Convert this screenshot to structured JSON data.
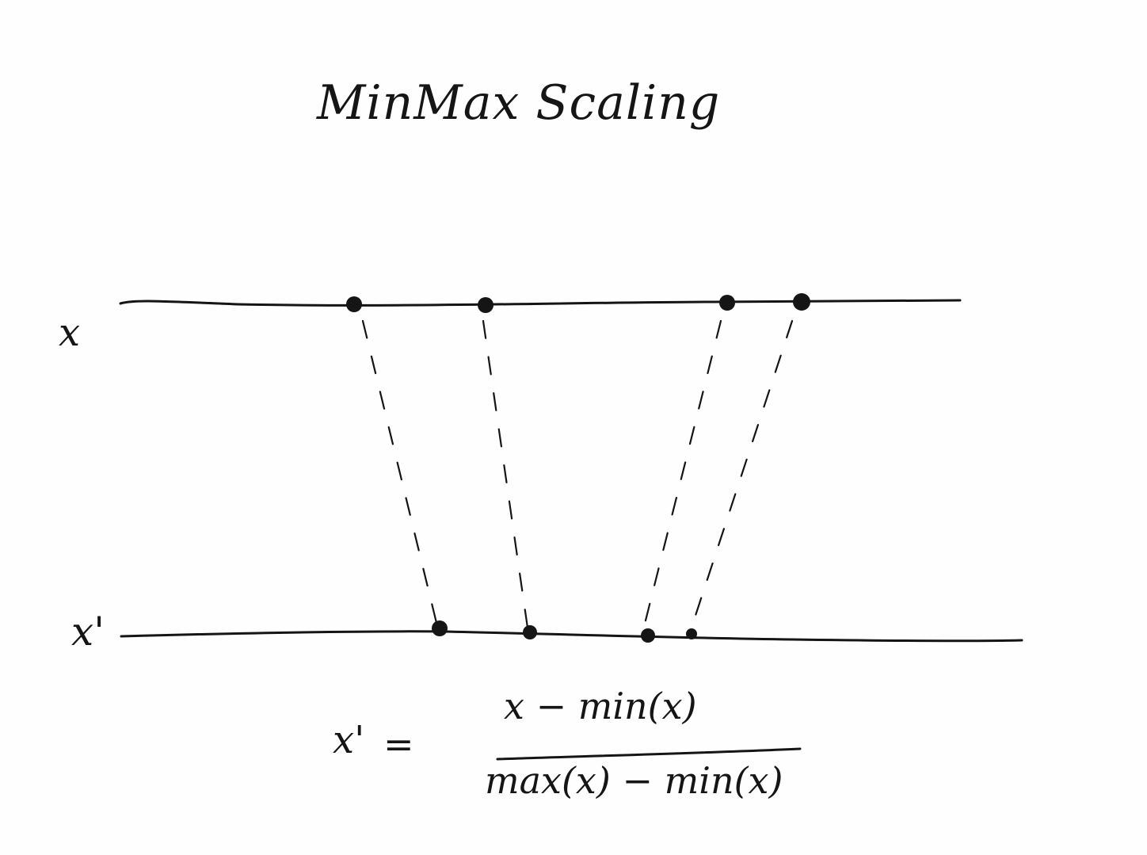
{
  "title": "MinMax Scaling",
  "axes": {
    "original_label": "x",
    "scaled_label": "x'"
  },
  "formula": {
    "lhs": "x'",
    "equals": "=",
    "numerator": "x − min(x)",
    "denominator": "max(x) − min(x)"
  },
  "colors": {
    "ink": "#151515",
    "paper": "#fefefe"
  }
}
